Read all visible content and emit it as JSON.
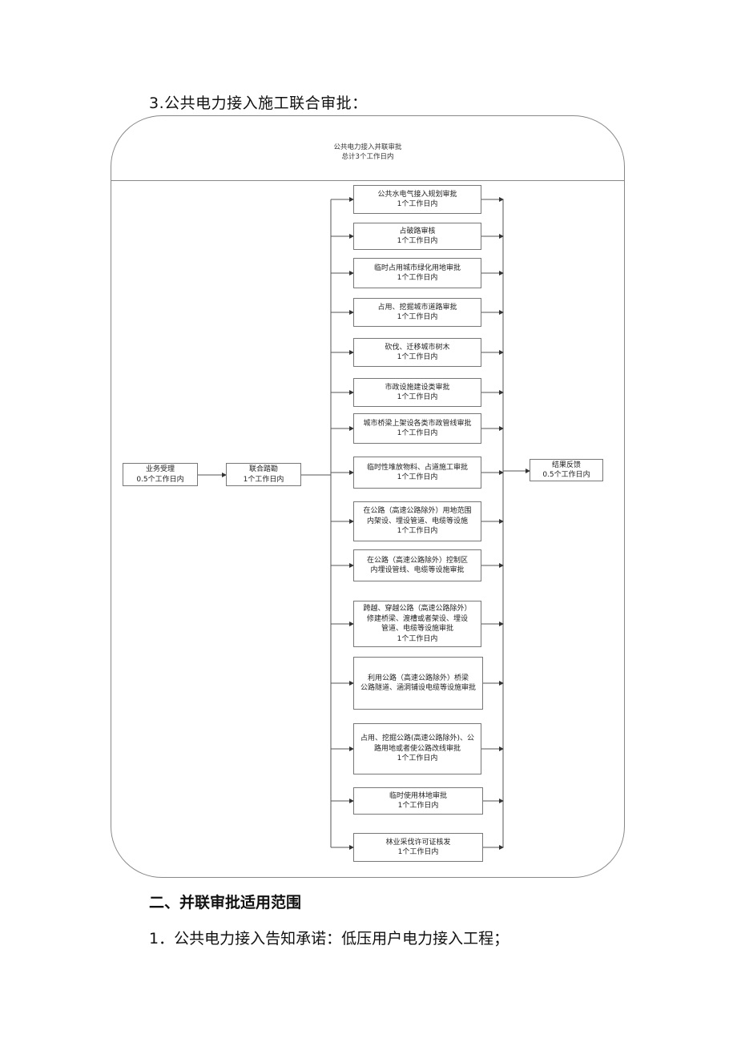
{
  "heading": "3.公共电力接入施工联合审批：",
  "container": {
    "title": "公共电力接入并联审批",
    "subtitle": "总计3个工作日内"
  },
  "left": {
    "accept": {
      "title": "业务受理",
      "time": "0.5个工作日内"
    },
    "survey": {
      "title": "联合踏勘",
      "time": "1个工作日内"
    }
  },
  "result": {
    "title": "结果反馈",
    "time": "0.5个工作日内"
  },
  "steps": [
    {
      "lines": [
        "公共水电气接入规划审批",
        "1个工作日内"
      ]
    },
    {
      "lines": [
        "占破路审核",
        "1个工作日内"
      ]
    },
    {
      "lines": [
        "临时占用城市绿化用地审批",
        "1个工作日内"
      ]
    },
    {
      "lines": [
        "占用、挖掘城市道路审批",
        "1个工作日内"
      ]
    },
    {
      "lines": [
        "砍伐、迁移城市树木",
        "1个工作日内"
      ]
    },
    {
      "lines": [
        "市政设施建设类审批",
        "1个工作日内"
      ]
    },
    {
      "lines": [
        "城市桥梁上架设各类市政管线审批",
        "1个工作日内"
      ]
    },
    {
      "lines": [
        "临时性堆放物料、占道施工审批",
        "1个工作日内"
      ]
    },
    {
      "lines": [
        "在公路（高速公路除外）用地范围",
        "内架设、埋设管道、电缆等设施",
        "1个工作日内"
      ]
    },
    {
      "lines": [
        "在公路（高速公路除外）控制区",
        "内埋设管线、电缆等设施审批"
      ]
    },
    {
      "lines": [
        "跨越、穿越公路（高速公路除外）",
        "修建桥梁、渡槽或者架设、埋设",
        "管道、电缆等设施审批",
        "1个工作日内"
      ]
    },
    {
      "lines": [
        "利用公路（高速公路除外）桥梁",
        "公路隧道、涵洞铺设电缆等设施审批"
      ]
    },
    {
      "lines": [
        "占用、挖掘公路(高速公路除外)、公",
        "路用地或者使公路改线审批",
        "1个工作日内"
      ]
    },
    {
      "lines": [
        "临时使用林地审批",
        "1个工作日内"
      ]
    },
    {
      "lines": [
        "林业采伐许可证核发",
        "1个工作日内"
      ]
    }
  ],
  "section_title": "二、并联审批适用范围",
  "item_1": "1．公共电力接入告知承诺：低压用户电力接入工程；"
}
